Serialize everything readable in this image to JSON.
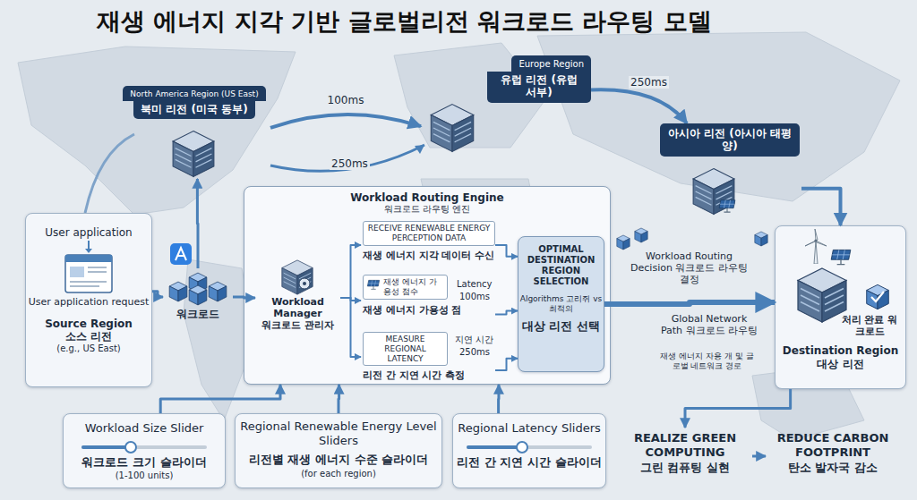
{
  "diagram": {
    "title": "재생 에너지 지각 기반 글로벌리전 워크로드 라우팅 모델",
    "nodes": [
      {
        "text": [
          "North America Region (US East)",
          "북미 리전 (미국 동부)"
        ]
      },
      {
        "text": [
          "Europe Region",
          "유럽 리전 (유럽 서부)"
        ]
      },
      {
        "text": [
          "아시아 리전 (아시아 태평양)"
        ]
      },
      {
        "text": [
          "User application",
          "User application request",
          "Source Region",
          "소스 리전",
          "(e.g., US East)"
        ]
      },
      {
        "text": [
          "워크로드"
        ]
      },
      {
        "text": [
          "Workload Routing Engine",
          "워크로드 라우팅 엔진"
        ]
      },
      {
        "text": [
          "Workload Manager",
          "워크로드 관리자"
        ],
        "in": 5
      },
      {
        "text": [
          "RECEIVE RENEWABLE ENERGY PERCEPTION DATA",
          "재생 에너지 지각 데이터 수신"
        ],
        "in": 5
      },
      {
        "text": [
          "재생 에너지 가용성 점수",
          "재생 에너지 가용성 점"
        ],
        "in": 5
      },
      {
        "text": [
          "MEASURE REGIONAL LATENCY",
          "리전 간 지연 시간 측정"
        ],
        "in": 5
      },
      {
        "text": [
          "OPTIMAL DESTINATION REGION SELECTION",
          "Algorithms 고리쥐 vs 최적의",
          "대상 리전 선택"
        ],
        "in": 5
      },
      {
        "text": [
          "처리 완료 워크로드",
          "Destination Region 대상 리전"
        ]
      },
      {
        "text": [
          "Workload Size Slider",
          "워크로드 크기 슬라이더",
          "(1-100 units)"
        ]
      },
      {
        "text": [
          "Regional Renewable Energy Level Sliders",
          "리전별 재생 에너지 수준 슬라이더",
          "(for each region)"
        ]
      },
      {
        "text": [
          "Regional Latency Sliders",
          "리전 간 지연 시간 슬라이더"
        ]
      },
      {
        "text": [
          "REALIZE GREEN COMPUTING",
          "그린 컴퓨팅 실현"
        ]
      },
      {
        "text": [
          "REDUCE CARBON FOOTPRINT",
          "탄소 발자국 감소"
        ]
      }
    ],
    "edges": [
      {
        "from": 3,
        "to": 4,
        "arrow": "to"
      },
      {
        "from": 4,
        "to": 6,
        "arrow": "to"
      },
      {
        "from": 4,
        "to": 0,
        "arrow": "to"
      },
      {
        "from": 0,
        "to": 1,
        "label": "100ms",
        "arrow": "to"
      },
      {
        "from": 1,
        "to": 2,
        "label": "250ms",
        "arrow": "to"
      },
      {
        "from": 6,
        "to": 7,
        "arrow": "to"
      },
      {
        "from": 6,
        "to": 8,
        "arrow": "to"
      },
      {
        "from": 6,
        "to": 9,
        "arrow": "to"
      },
      {
        "from": 7,
        "to": 10,
        "arrow": "to"
      },
      {
        "from": 8,
        "to": 10,
        "arrow": "to"
      },
      {
        "from": 9,
        "to": 10,
        "arrow": "to"
      },
      {
        "from": 10,
        "to": 11,
        "arrow": "to"
      },
      {
        "from": 2,
        "to": 11,
        "arrow": "to"
      },
      {
        "from": 12,
        "to": 5,
        "arrow": "to"
      },
      {
        "from": 13,
        "to": 5,
        "arrow": "to"
      },
      {
        "from": 14,
        "to": 5,
        "arrow": "to"
      },
      {
        "from": 11,
        "to": 15,
        "arrow": "to"
      },
      {
        "from": 15,
        "to": 16,
        "arrow": "to"
      }
    ],
    "labels": [
      "250ms",
      "Latency",
      "100ms",
      "지연 시간",
      "250ms",
      "Workload Routing Decision 워크로드 라우팅 결정",
      "Global Network Path 워크로드 라우팅",
      "재생 에너지 자용 개 및 글로벌 네트워크 경로"
    ]
  }
}
